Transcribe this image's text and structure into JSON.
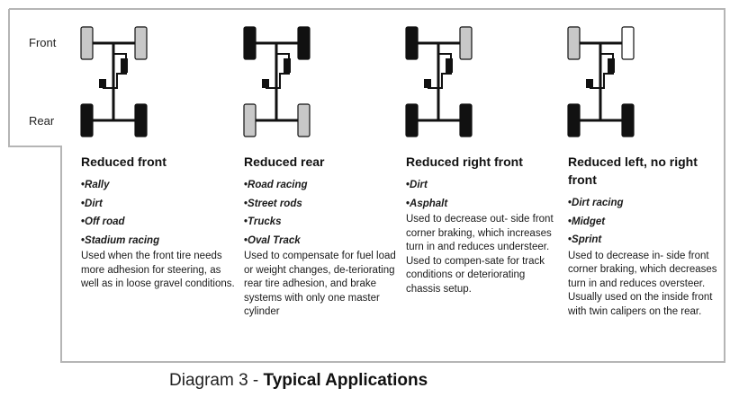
{
  "labels": {
    "front": "Front",
    "rear": "Rear"
  },
  "colors": {
    "reduced_tire": "#c8c8c8",
    "normal_tire": "#111111",
    "unbraked_tire": "#ffffff",
    "border": "#b5b5b5"
  },
  "columns": [
    {
      "title": "Reduced front",
      "tires": {
        "front_left": "reduced",
        "front_right": "reduced",
        "rear_left": "normal",
        "rear_right": "normal"
      },
      "items": [
        "Rally",
        "Dirt",
        "Off road",
        "Stadium racing"
      ],
      "description": "Used when the front tire needs more adhesion for steering, as well as in loose gravel conditions."
    },
    {
      "title": "Reduced rear",
      "tires": {
        "front_left": "normal",
        "front_right": "normal",
        "rear_left": "reduced",
        "rear_right": "reduced"
      },
      "items": [
        "Road racing",
        "Street rods",
        "Trucks",
        "Oval Track"
      ],
      "description": "Used to compensate for fuel load or weight changes, de-teriorating rear tire adhesion, and brake systems with only one master cylinder"
    },
    {
      "title": "Reduced right front",
      "tires": {
        "front_left": "normal",
        "front_right": "reduced",
        "rear_left": "normal",
        "rear_right": "normal"
      },
      "items": [
        "Dirt",
        "Asphalt"
      ],
      "description": "Used to decrease out- side front corner braking, which increases turn in and reduces understeer. Used to compen-sate for track conditions or deteriorating chassis setup."
    },
    {
      "title": "Reduced left, no right front",
      "tires": {
        "front_left": "reduced",
        "front_right": "none",
        "rear_left": "normal",
        "rear_right": "normal"
      },
      "items": [
        "Dirt racing",
        "Midget",
        "Sprint"
      ],
      "description": "Used to decrease in- side front corner braking, which decreases turn in and reduces oversteer. Usually used on the inside front with twin calipers on the rear."
    }
  ],
  "caption": {
    "prefix": "Diagram 3 - ",
    "title": "Typical Applications"
  }
}
